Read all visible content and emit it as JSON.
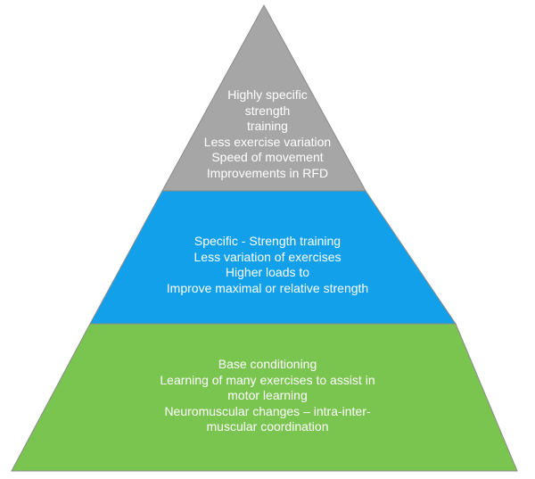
{
  "colors": {
    "top": "#a6a6a6",
    "middle": "#12a0ea",
    "base": "#7ac450",
    "text": "#ffffff",
    "outline": "#8a8a8a"
  },
  "tiers": {
    "top": {
      "lines": [
        "Highly specific",
        "strength",
        "training",
        "Less exercise variation",
        "Speed of movement",
        "Improvements in RFD"
      ]
    },
    "middle": {
      "lines": [
        "Specific - Strength training",
        "Less variation of exercises",
        "Higher loads to",
        "Improve maximal or relative strength"
      ]
    },
    "base": {
      "lines": [
        "Base conditioning",
        "Learning of many exercises to assist in",
        "motor learning",
        "Neuromuscular changes – intra-inter-",
        "muscular coordination"
      ]
    }
  }
}
